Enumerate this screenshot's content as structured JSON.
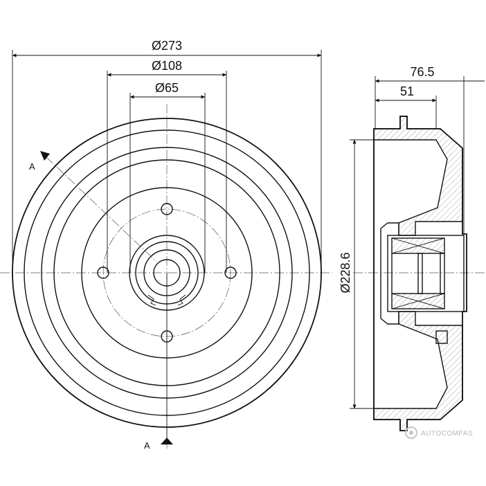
{
  "dimensions": {
    "outer_diameter": "Ø273",
    "bolt_circle": "Ø108",
    "center_bore": "Ø65",
    "drum_inner_diameter": "Ø228.6",
    "total_height": "76.5",
    "hub_height": "51"
  },
  "section_marks": {
    "top": "A",
    "bottom": "A"
  },
  "watermark": {
    "text": "AUTOCOMPAS",
    "icon": "gear-logo-icon"
  }
}
